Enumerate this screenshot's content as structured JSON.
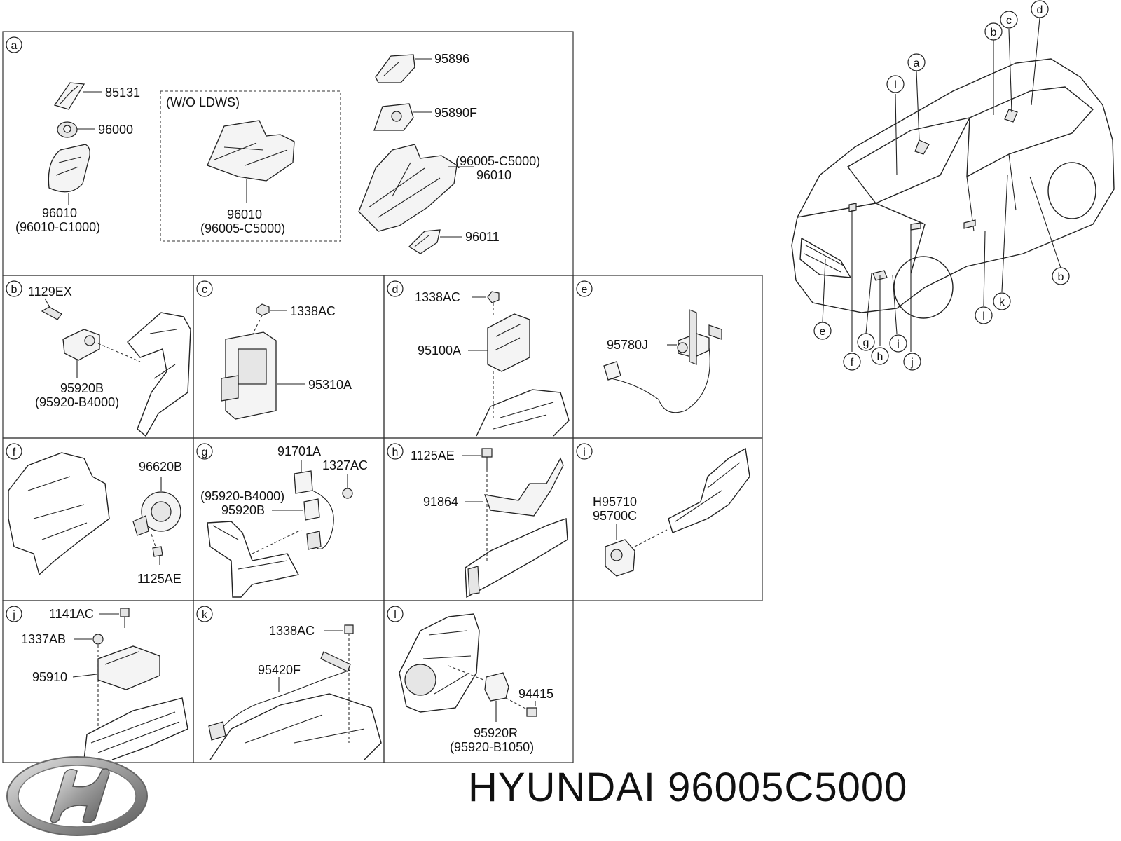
{
  "panel_a": {
    "letter": "a",
    "p85131": "85131",
    "p96000": "96000",
    "p96010_left": "96010",
    "p96010_left_alt": "(96010-C1000)",
    "wo_ldws": "(W/O LDWS)",
    "p96010_mid": "96010",
    "p96010_mid_alt": "(96005-C5000)",
    "p95896": "95896",
    "p95890f": "95890F",
    "p96005_c5000": "(96005-C5000)",
    "p96010_right": "96010",
    "p96011": "96011"
  },
  "panel_b": {
    "letter": "b",
    "p1129ex": "1129EX",
    "p95920b": "95920B",
    "p95920b_alt": "(95920-B4000)"
  },
  "panel_c": {
    "letter": "c",
    "p1338ac": "1338AC",
    "p95310a": "95310A"
  },
  "panel_d": {
    "letter": "d",
    "p1338ac": "1338AC",
    "p95100a": "95100A"
  },
  "panel_e": {
    "letter": "e",
    "p95780j": "95780J"
  },
  "panel_f": {
    "letter": "f",
    "p96620b": "96620B",
    "p1125ae": "1125AE"
  },
  "panel_g": {
    "letter": "g",
    "p91701a": "91701A",
    "p1327ac": "1327AC",
    "p95920b_alt": "(95920-B4000)",
    "p95920b": "95920B"
  },
  "panel_h": {
    "letter": "h",
    "p1125ae": "1125AE",
    "p91864": "91864"
  },
  "panel_i": {
    "letter": "i",
    "ph95710": "H95710",
    "p95700c": "95700C"
  },
  "panel_j": {
    "letter": "j",
    "p1141ac": "1141AC",
    "p1337ab": "1337AB",
    "p95910": "95910"
  },
  "panel_k": {
    "letter": "k",
    "p1338ac": "1338AC",
    "p95420f": "95420F"
  },
  "panel_l": {
    "letter": "l",
    "p94415": "94415",
    "p95920r": "95920R",
    "p95920r_alt": "(95920-B1050)"
  },
  "car_callouts": [
    "a",
    "b",
    "c",
    "d",
    "l",
    "b",
    "e",
    "f",
    "g",
    "h",
    "i",
    "j",
    "k",
    "l"
  ],
  "footer": {
    "brand_text": "HYUNDAI 96005C5000"
  },
  "logo": {
    "name": "hyundai-logo",
    "text": "H"
  }
}
